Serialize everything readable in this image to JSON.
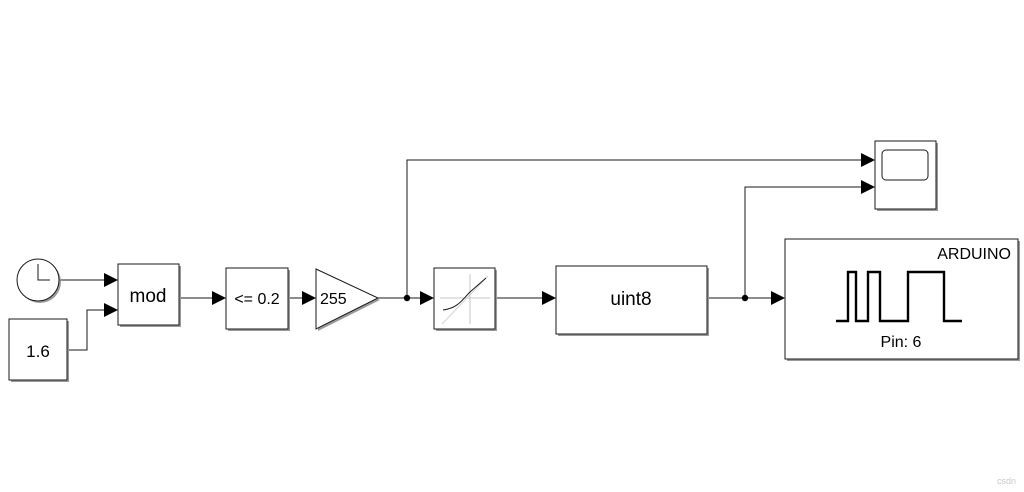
{
  "blocks": {
    "constant": {
      "value": "1.6"
    },
    "math": {
      "label": "mod"
    },
    "relational": {
      "label": "<= 0.2"
    },
    "gain": {
      "label": "255"
    },
    "convert": {
      "label": "uint8"
    },
    "arduino": {
      "brand": "ARDUINO",
      "pin": "Pin: 6"
    }
  },
  "colors": {
    "brand": "#1a1acc",
    "line": "#1a1a1a",
    "shadow": "#9a9a9a"
  },
  "icons": {
    "clock": "clock-icon",
    "saturation": "saturation-curve-icon",
    "scope": "scope-screen-icon",
    "pwm": "pwm-waveform-icon"
  },
  "watermark": "csdn"
}
